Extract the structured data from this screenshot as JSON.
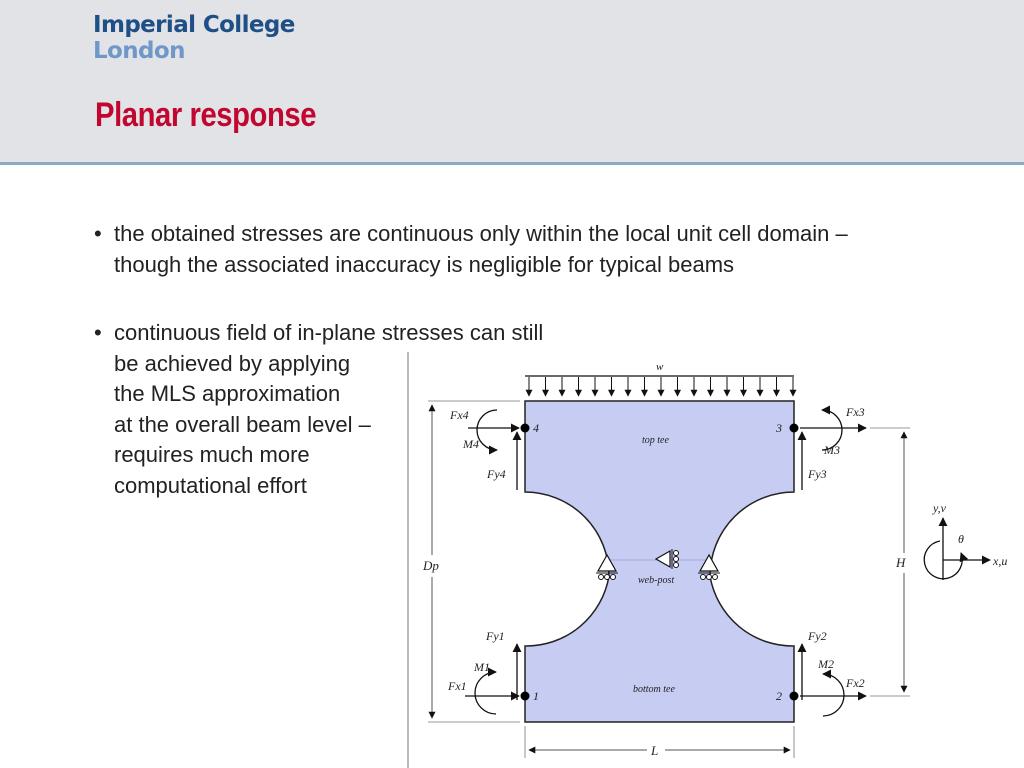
{
  "logo": {
    "line1": "Imperial College",
    "line2": "London"
  },
  "slide_title": "Planar response",
  "bullets": [
    {
      "marker": "•",
      "text": "the obtained stresses are continuous only within the local unit cell domain – though the associated inaccuracy is negligible for typical beams"
    },
    {
      "marker": "•",
      "lines": [
        "continuous field of in-plane stresses can still",
        "be achieved by applying",
        "the MLS approximation",
        "at the overall beam level –",
        "requires much more",
        "computational effort"
      ]
    }
  ],
  "diagram": {
    "load_label": "w",
    "region_labels": {
      "top": "top tee",
      "middle": "web-post",
      "bottom": "bottom tee"
    },
    "node_labels": [
      "1",
      "2",
      "3",
      "4"
    ],
    "forces": {
      "fx1": "Fx1",
      "fy1": "Fy1",
      "m1": "M1",
      "fx2": "Fx2",
      "fy2": "Fy2",
      "m2": "M2",
      "fx3": "Fx3",
      "fy3": "Fy3",
      "m3": "M3",
      "fx4": "Fx4",
      "fy4": "Fy4",
      "m4": "M4"
    },
    "dimensions": {
      "depth": "Dp",
      "height": "H",
      "length": "L"
    },
    "axes": {
      "y": "y,v",
      "x": "x,u",
      "rotation": "θ"
    },
    "colors": {
      "fill": "#c7ccf3",
      "node_label": "#1f5fbf",
      "region_label": "#6a6a8a"
    }
  }
}
